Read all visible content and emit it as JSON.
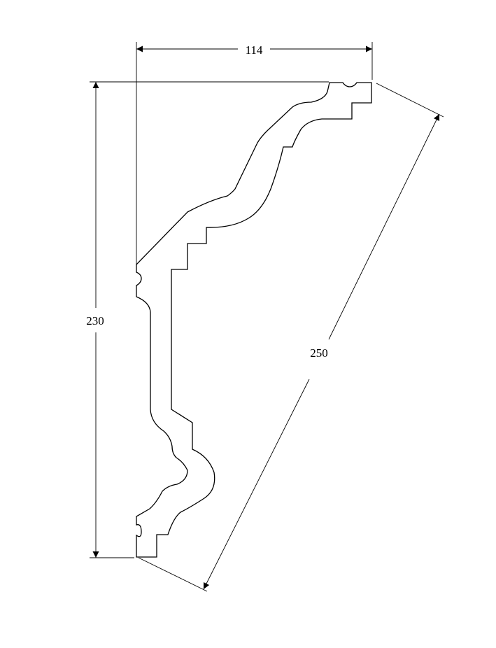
{
  "drawing": {
    "dimensions": {
      "width_label": "114",
      "height_label": "230",
      "diagonal_label": "250"
    },
    "colors": {
      "line": "#000000",
      "background": "#ffffff"
    }
  }
}
